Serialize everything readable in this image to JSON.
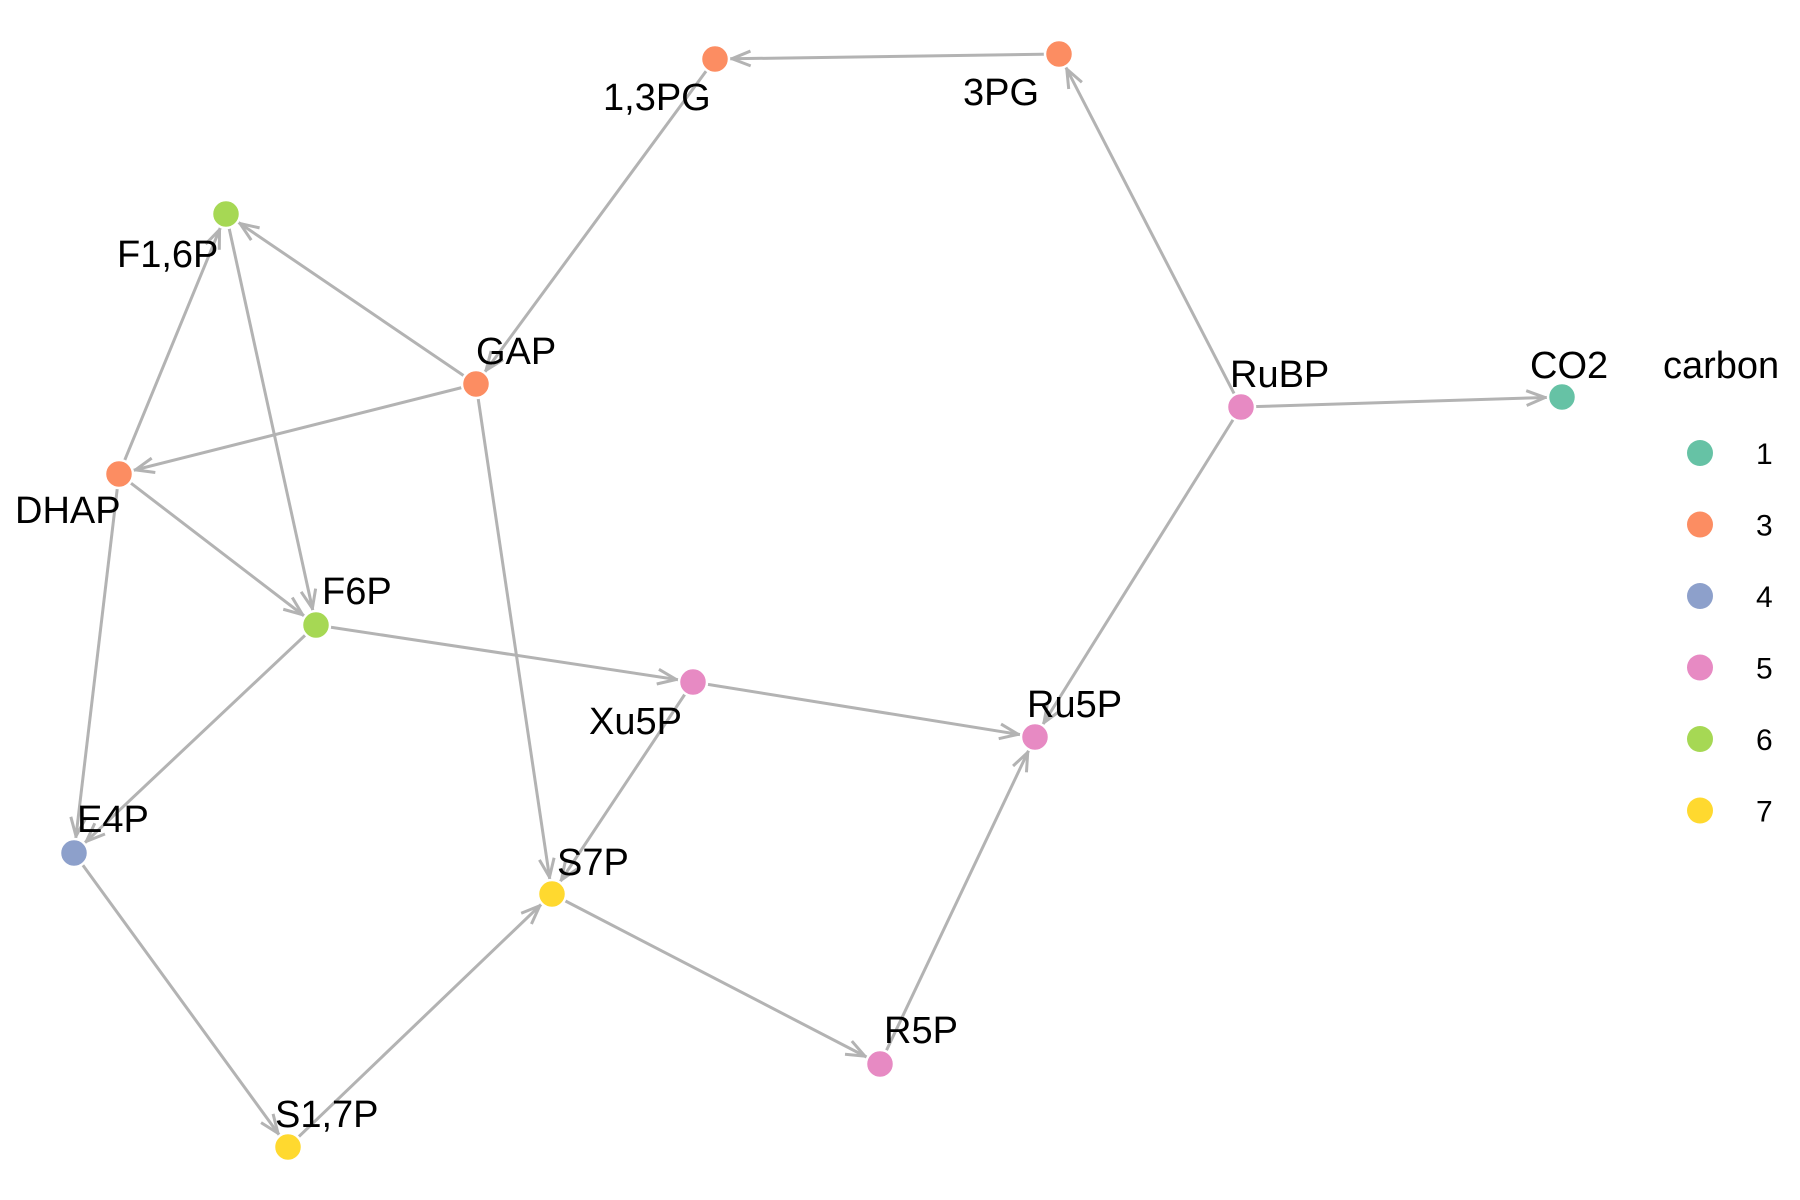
{
  "legend": {
    "title": "carbon",
    "items": [
      {
        "label": "1",
        "color": "#66c2a5"
      },
      {
        "label": "3",
        "color": "#fc8d62"
      },
      {
        "label": "4",
        "color": "#8da0cb"
      },
      {
        "label": "5",
        "color": "#e78ac3"
      },
      {
        "label": "6",
        "color": "#a6d854"
      },
      {
        "label": "7",
        "color": "#ffd92f"
      }
    ]
  },
  "nodes": [
    {
      "id": "1,3PG",
      "carbon": "3"
    },
    {
      "id": "3PG",
      "carbon": "3"
    },
    {
      "id": "F1,6P",
      "carbon": "6"
    },
    {
      "id": "GAP",
      "carbon": "3"
    },
    {
      "id": "RuBP",
      "carbon": "5"
    },
    {
      "id": "CO2",
      "carbon": "1"
    },
    {
      "id": "DHAP",
      "carbon": "3"
    },
    {
      "id": "F6P",
      "carbon": "6"
    },
    {
      "id": "Xu5P",
      "carbon": "5"
    },
    {
      "id": "Ru5P",
      "carbon": "5"
    },
    {
      "id": "E4P",
      "carbon": "4"
    },
    {
      "id": "S7P",
      "carbon": "7"
    },
    {
      "id": "R5P",
      "carbon": "5"
    },
    {
      "id": "S1,7P",
      "carbon": "7"
    }
  ],
  "edges": [
    {
      "from": "3PG",
      "to": "1,3PG"
    },
    {
      "from": "1,3PG",
      "to": "GAP"
    },
    {
      "from": "RuBP",
      "to": "3PG"
    },
    {
      "from": "RuBP",
      "to": "CO2"
    },
    {
      "from": "GAP",
      "to": "F1,6P"
    },
    {
      "from": "DHAP",
      "to": "F1,6P"
    },
    {
      "from": "GAP",
      "to": "DHAP"
    },
    {
      "from": "F1,6P",
      "to": "F6P"
    },
    {
      "from": "DHAP",
      "to": "F6P"
    },
    {
      "from": "F6P",
      "to": "Xu5P"
    },
    {
      "from": "Xu5P",
      "to": "Ru5P"
    },
    {
      "from": "RuBP",
      "to": "Ru5P"
    },
    {
      "from": "R5P",
      "to": "Ru5P"
    },
    {
      "from": "DHAP",
      "to": "E4P"
    },
    {
      "from": "F6P",
      "to": "E4P"
    },
    {
      "from": "GAP",
      "to": "S7P"
    },
    {
      "from": "Xu5P",
      "to": "S7P"
    },
    {
      "from": "S7P",
      "to": "R5P"
    },
    {
      "from": "E4P",
      "to": "S1,7P"
    },
    {
      "from": "S1,7P",
      "to": "S7P"
    }
  ]
}
